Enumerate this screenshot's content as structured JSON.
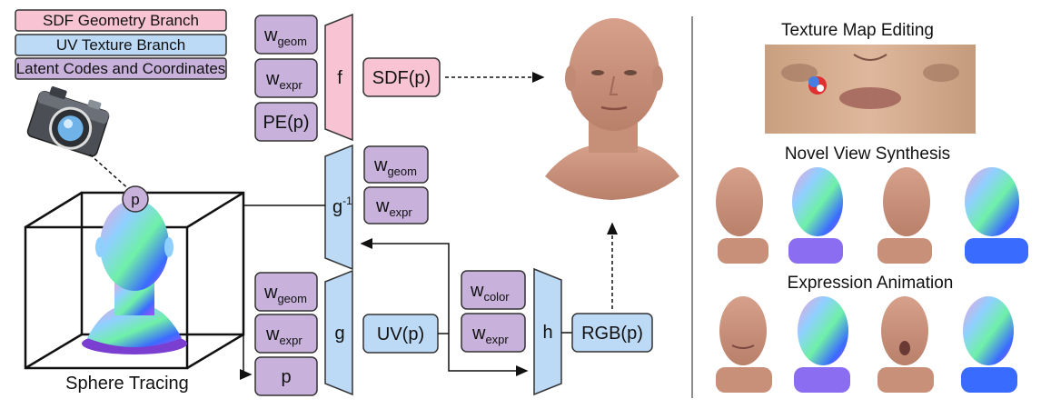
{
  "legend": {
    "sdf_branch": "SDF Geometry Branch",
    "uv_branch": "UV Texture Branch",
    "latent": "Latent Codes and Coordinates"
  },
  "colors": {
    "sdf": "#f8c4d4",
    "uv": "#bcd9f6",
    "latent": "#c8b2dc",
    "stroke": "#333333"
  },
  "inputs": {
    "w": "w",
    "geom": "geom",
    "expr": "expr",
    "color": "color",
    "pe": "PE(p)",
    "p": "p"
  },
  "networks": {
    "f": "f",
    "g_inv": "g",
    "g_inv_sup": "-1",
    "g": "g",
    "h": "h"
  },
  "outputs": {
    "sdf": "SDF(p)",
    "uv": "UV(p)",
    "rgb": "RGB(p)"
  },
  "sphere": {
    "point": "p",
    "caption": "Sphere Tracing"
  },
  "panels": {
    "texture_editing": "Texture Map Editing",
    "novel_view": "Novel View Synthesis",
    "expression": "Expression Animation"
  }
}
